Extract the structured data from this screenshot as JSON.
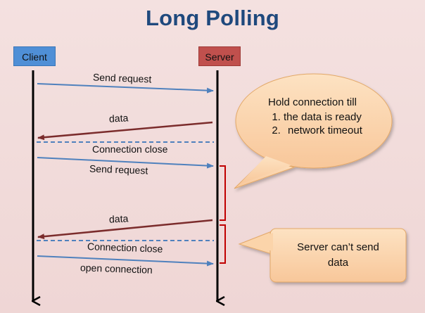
{
  "title": "Long Polling",
  "actors": {
    "client": "Client",
    "server": "Server"
  },
  "messages": [
    {
      "label": "Send request"
    },
    {
      "label": "data"
    },
    {
      "label": "Connection close"
    },
    {
      "label": "Send request"
    },
    {
      "label": "data"
    },
    {
      "label": "Connection close"
    },
    {
      "label": "open connection"
    }
  ],
  "callout_hold": {
    "heading": "Hold connection till",
    "items": [
      "the data is ready",
      "network timeout"
    ]
  },
  "callout_server": {
    "line1": "Server can’t send",
    "line2": "data"
  },
  "colors": {
    "request_arrow": "#4f81bd",
    "response_arrow": "#7b2c2c",
    "close_line": "#4f81bd",
    "bracket": "#c00000",
    "client_box": "#4f8fd6",
    "server_box": "#c0504d",
    "title": "#1f497d"
  }
}
